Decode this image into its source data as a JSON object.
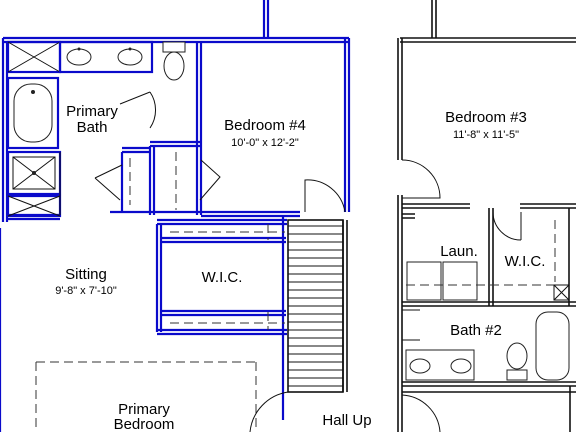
{
  "plan": {
    "rooms": {
      "primary_bath": {
        "line1": "Primary",
        "line2": "Bath"
      },
      "bedroom4": {
        "name": "Bedroom #4",
        "dims": "10'-0\" x 12'-2\""
      },
      "bedroom3": {
        "name": "Bedroom #3",
        "dims": "11'-8\" x 11'-5\""
      },
      "sitting": {
        "name": "Sitting",
        "dims": "9'-8\" x 7'-10\""
      },
      "wic_left": {
        "name": "W.I.C."
      },
      "laundry": {
        "name": "Laun."
      },
      "wic_right": {
        "name": "W.I.C."
      },
      "bath2": {
        "name": "Bath #2"
      },
      "primary_bedroom": {
        "line1": "Primary",
        "line2": "Bedroom"
      },
      "hall": {
        "name": "Hall Up"
      }
    },
    "colors": {
      "walls": "#0a0acb",
      "lines": "#111111"
    }
  }
}
